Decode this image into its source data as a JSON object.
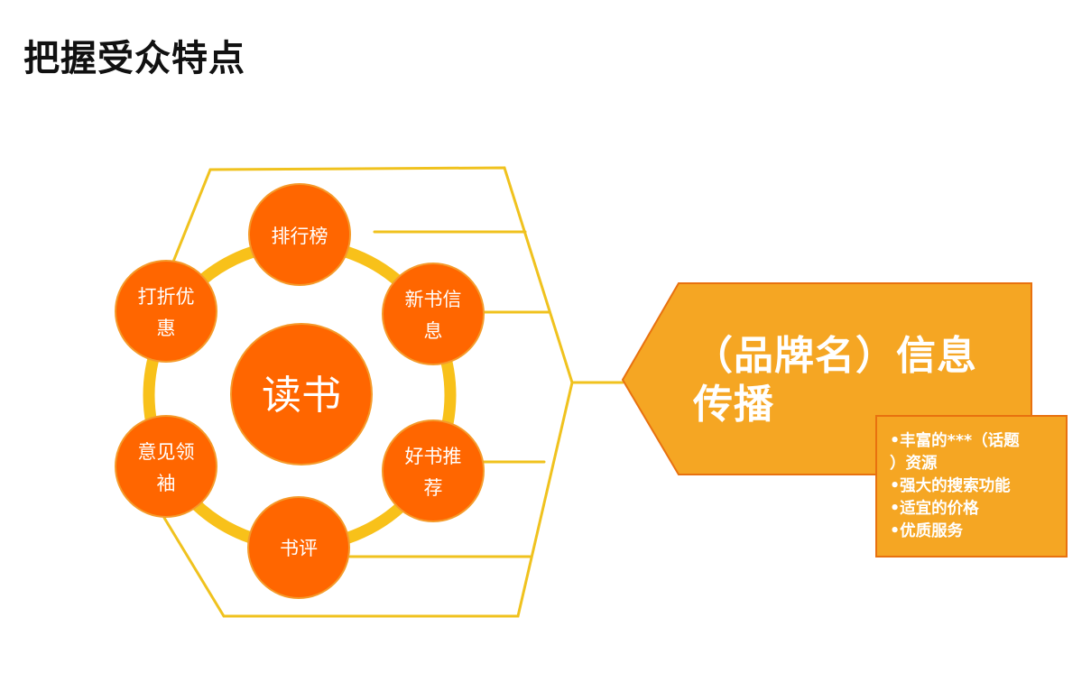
{
  "page": {
    "title": "把握受众特点"
  },
  "diagram": {
    "center_label": "读书",
    "nodes": [
      {
        "id": "top",
        "line1": "排行榜",
        "line2": ""
      },
      {
        "id": "upper-right",
        "line1": "新书信",
        "line2": "息"
      },
      {
        "id": "lower-right",
        "line1": "好书推",
        "line2": "荐"
      },
      {
        "id": "bottom",
        "line1": "书评",
        "line2": ""
      },
      {
        "id": "lower-left",
        "line1": "意见领",
        "line2": "袖"
      },
      {
        "id": "upper-left",
        "line1": "打折优",
        "line2": "惠"
      }
    ],
    "callout": {
      "main_text": "（品牌名）信息\n传播",
      "sub_text": "•丰富的***（话题\n）资源\n•强大的搜索功能\n•适宜的价格\n•优质服务"
    }
  },
  "colors": {
    "node_fill": "#FF6600",
    "ring": "#F8C11A",
    "bracket": "#F0C21E",
    "callout_fill": "#F5A623",
    "callout_border": "#E8710F"
  }
}
